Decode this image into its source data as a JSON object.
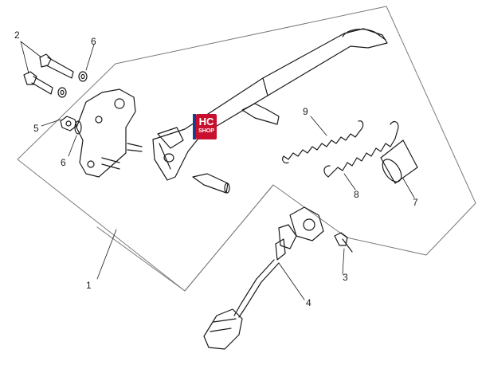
{
  "callouts": {
    "c1": "1",
    "c2": "2",
    "c3": "3",
    "c4": "4",
    "c5": "5",
    "c6a": "6",
    "c6b": "6",
    "c7": "7",
    "c8": "8",
    "c9": "9"
  },
  "logo": {
    "line1": "HC",
    "line2": "SHOP",
    "colors": {
      "red": "#c8102e",
      "blue": "#1a3d8f"
    }
  },
  "colors": {
    "line": "#1a1a1a",
    "frame": "#7a7a7a"
  }
}
